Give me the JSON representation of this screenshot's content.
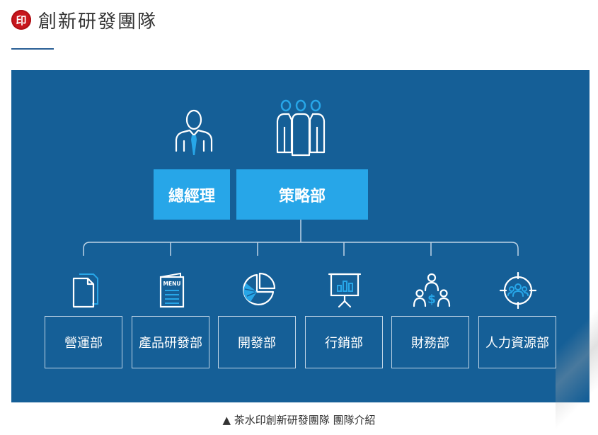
{
  "header": {
    "logo_text": "印",
    "title": "創新研發團隊"
  },
  "org": {
    "leaders": [
      {
        "label": "總經理",
        "icon": "person-tie-icon"
      },
      {
        "label": "策略部",
        "icon": "group-icon"
      }
    ],
    "departments": [
      {
        "label": "營運部",
        "icon": "document-icon"
      },
      {
        "label": "產品研發部",
        "icon": "menu-icon"
      },
      {
        "label": "開發部",
        "icon": "pie-chart-icon"
      },
      {
        "label": "行銷部",
        "icon": "presentation-icon"
      },
      {
        "label": "財務部",
        "icon": "finance-people-icon"
      },
      {
        "label": "人力資源部",
        "icon": "target-people-icon"
      }
    ]
  },
  "caption": "▲ 茶水印創新研發團隊 團隊介紹",
  "colors": {
    "panel": "#155f97",
    "accent": "#27a6e8",
    "line": "#bfd4e6",
    "logo": "#c8161d"
  }
}
